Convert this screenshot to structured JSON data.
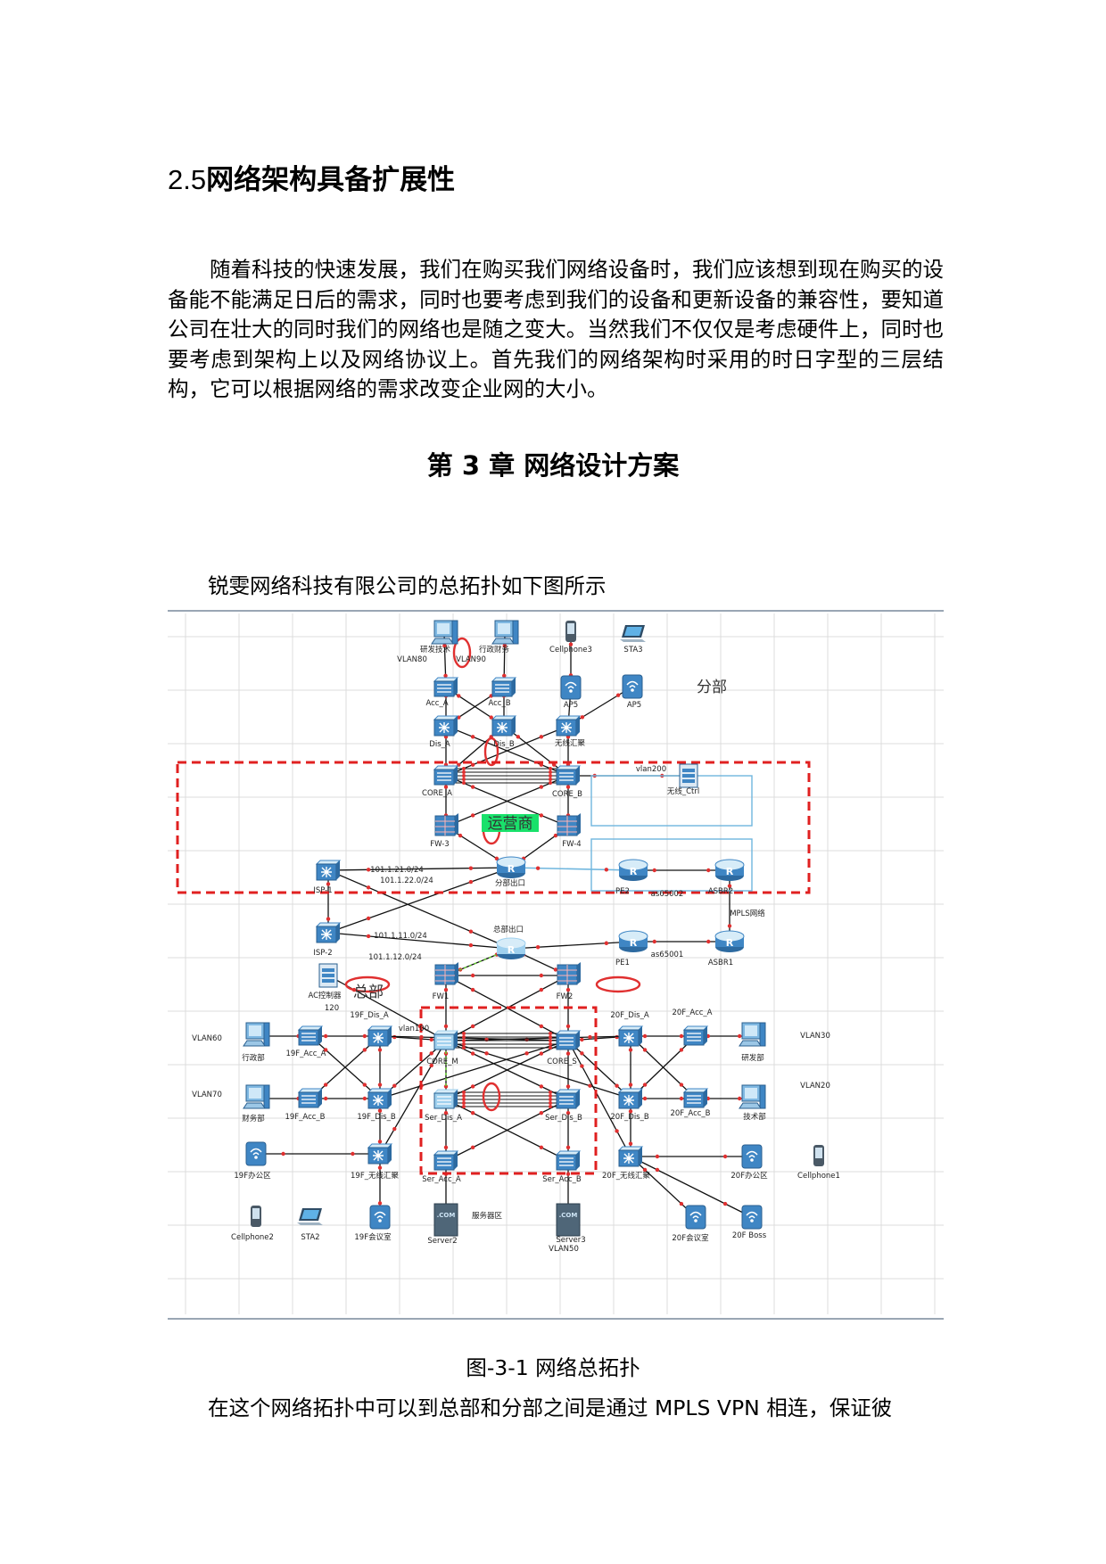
{
  "section": {
    "number": "2.5",
    "title": "网络架构具备扩展性"
  },
  "paragraph1": "随着科技的快速发展，我们在购买我们网络设备时，我们应该想到现在购买的设备能不能满足日后的需求，同时也要考虑到我们的设备和更新设备的兼容性，要知道公司在壮大的同时我们的网络也是随之变大。当然我们不仅仅是考虑硬件上，同时也要考虑到架构上以及网络协议上。首先我们的网络架构时采用的时日字型的三层结构，它可以根据网络的需求改变企业网的大小。",
  "chapter_title": "第 3 章  网络设计方案",
  "figure_intro": "锐雯网络科技有限公司的总拓扑如下图所示",
  "figure_caption": "图-3-1  网络总拓扑",
  "paragraph2": "在这个网络拓扑中可以到总部和分部之间是通过 MPLS VPN 相连，保证彼",
  "diagram": {
    "regions": {
      "branch": "分部",
      "isp": "运营商",
      "hq": "总部",
      "server_area": "服务器区"
    },
    "labels": {
      "pc_rd": "研发技术",
      "vlan80": "VLAN80",
      "pc_admin": "行政财务",
      "vlan90": "VLAN90",
      "cellphone3": "Cellphone3",
      "sta3": "STA3",
      "ap5a": "AP5",
      "ap5b": "AP5",
      "acc_a": "Acc_A",
      "acc_b": "Acc_B",
      "dis_a": "Dis_A",
      "dis_b": "Dis_B",
      "wl_agg": "无线汇聚",
      "vlan200": "vlan200",
      "wl_ctrl": "无线_Ctrl",
      "core_a": "CORE_A",
      "core_b": "CORE_B",
      "fw3": "FW-3",
      "fw4": "FW-4",
      "isp1": "ISP-1",
      "isp2": "ISP-2",
      "net1": "101.1.21.0/24",
      "net2": "101.1.22.0/24",
      "net3": "101.1.11.0/24",
      "net4": "101.1.12.0/24",
      "branch_exit": "分部出口",
      "hq_exit": "总部出口",
      "pe2": "PE2",
      "asbr2": "ASBR2",
      "as65002": "as65002",
      "mpls": "MPLS网络",
      "pe1": "PE1",
      "asbr1": "ASBR1",
      "as65001": "as65001",
      "ac_ctrl": "AC控制器",
      "n120": "120",
      "fw1": "FW1",
      "fw2": "FW2",
      "f19_dis_a": "19F_Dis_A",
      "vlan100": "vlan100",
      "core_m": "CORE_M",
      "core_s": "CORE_S",
      "f20_dis_a": "20F_Dis_A",
      "f20_acc_a": "20F_Acc_A",
      "vlan60": "VLAN60",
      "pc_xz": "行政部",
      "f19_acc_a": "19F_Acc_A",
      "vlan30": "VLAN30",
      "pc_yf": "研发部",
      "vlan70": "VLAN70",
      "pc_cw": "财务部",
      "f19_acc_b": "19F_Acc_B",
      "f19_dis_b": "19F_Dis_B",
      "ser_dis_a": "Ser_Dis_A",
      "ser_dis_b": "Ser_Dis_B",
      "f20_dis_b": "20F_Dis_B",
      "f20_acc_b": "20F_Acc_B",
      "vlan20": "VLAN20",
      "pc_js": "技术部",
      "f19_office": "19F办公区",
      "f19_wl": "19F_无线汇聚",
      "ser_acc_a": "Ser_Acc_A",
      "ser_acc_b": "Ser_Acc_B",
      "f20_wl": "20F_无线汇聚",
      "f20_office": "20F办公区",
      "cellphone1": "Cellphone1",
      "cellphone2": "Cellphone2",
      "sta2": "STA2",
      "f19_meeting": "19F会议室",
      "server2": "Server2",
      "server3": "Server3",
      "vlan50": "VLAN50",
      "f20_meeting": "20F会议室",
      "f20_boss": "20F Boss",
      "com": ".COM"
    },
    "colors": {
      "device": "#3f86c4",
      "device_light": "#9fd0ee",
      "link_red": "#e03030",
      "dash_red": "#e02020",
      "isp_green": "#19e16b",
      "grid": "#dcdcdc",
      "panel_border": "#6fb6de"
    }
  }
}
